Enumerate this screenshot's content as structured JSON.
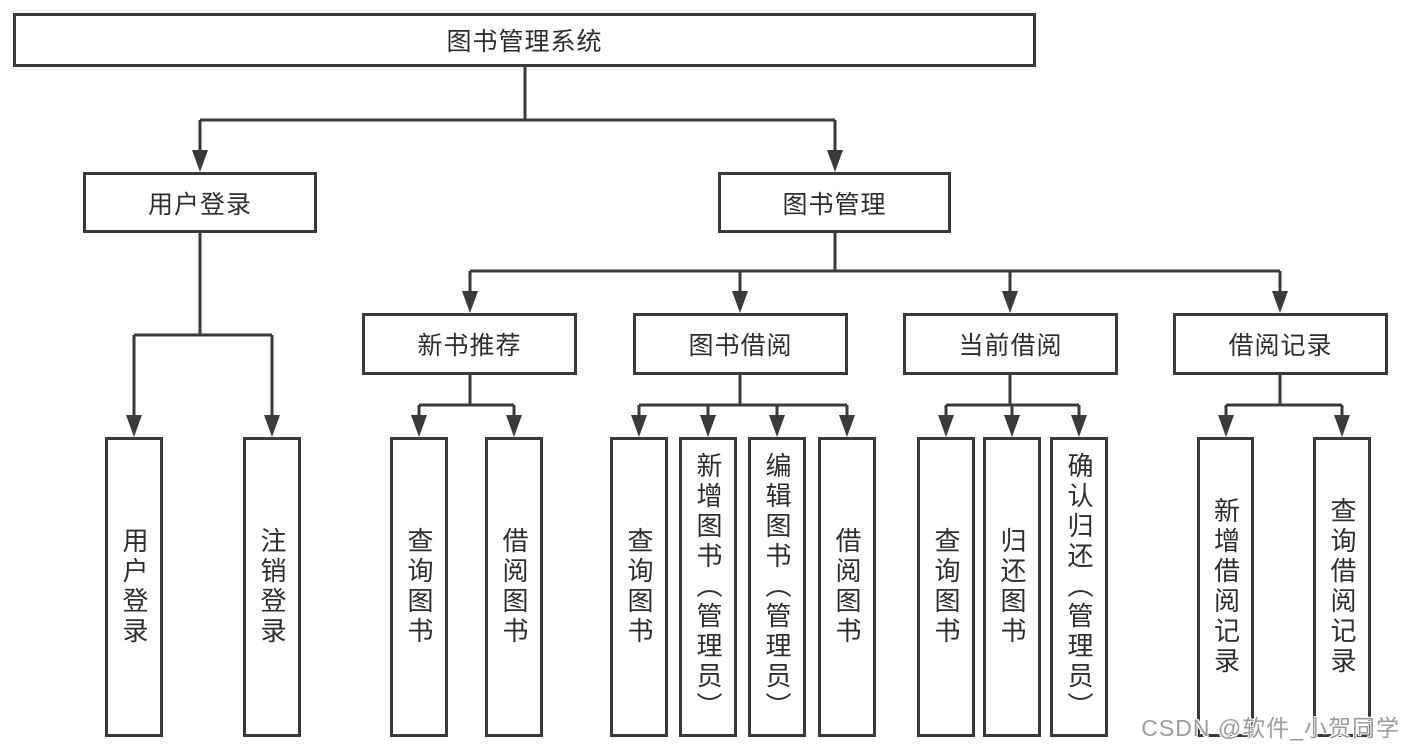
{
  "diagram": {
    "root": {
      "label": "图书管理系统"
    },
    "branches": [
      {
        "label": "用户登录",
        "children": [
          {
            "label": "用户登录"
          },
          {
            "label": "注销登录"
          }
        ]
      },
      {
        "label": "图书管理",
        "children": [
          {
            "label": "新书推荐",
            "children": [
              {
                "label": "查询图书"
              },
              {
                "label": "借阅图书"
              }
            ]
          },
          {
            "label": "图书借阅",
            "children": [
              {
                "label": "查询图书"
              },
              {
                "label": "新增图书（管理员）"
              },
              {
                "label": "编辑图书（管理员）"
              },
              {
                "label": "借阅图书"
              }
            ]
          },
          {
            "label": "当前借阅",
            "children": [
              {
                "label": "查询图书"
              },
              {
                "label": "归还图书"
              },
              {
                "label": "确认归还（管理员）"
              }
            ]
          },
          {
            "label": "借阅记录",
            "children": [
              {
                "label": "新增借阅记录"
              },
              {
                "label": "查询借阅记录"
              }
            ]
          }
        ]
      }
    ],
    "watermark": "CSDN @软件_小贺同学",
    "colors": {
      "line": "#3a3a3a",
      "border": "#3a3a3a",
      "text": "#2e2e2e",
      "watermark": "#9d9d9d",
      "background": "#ffffff"
    }
  }
}
